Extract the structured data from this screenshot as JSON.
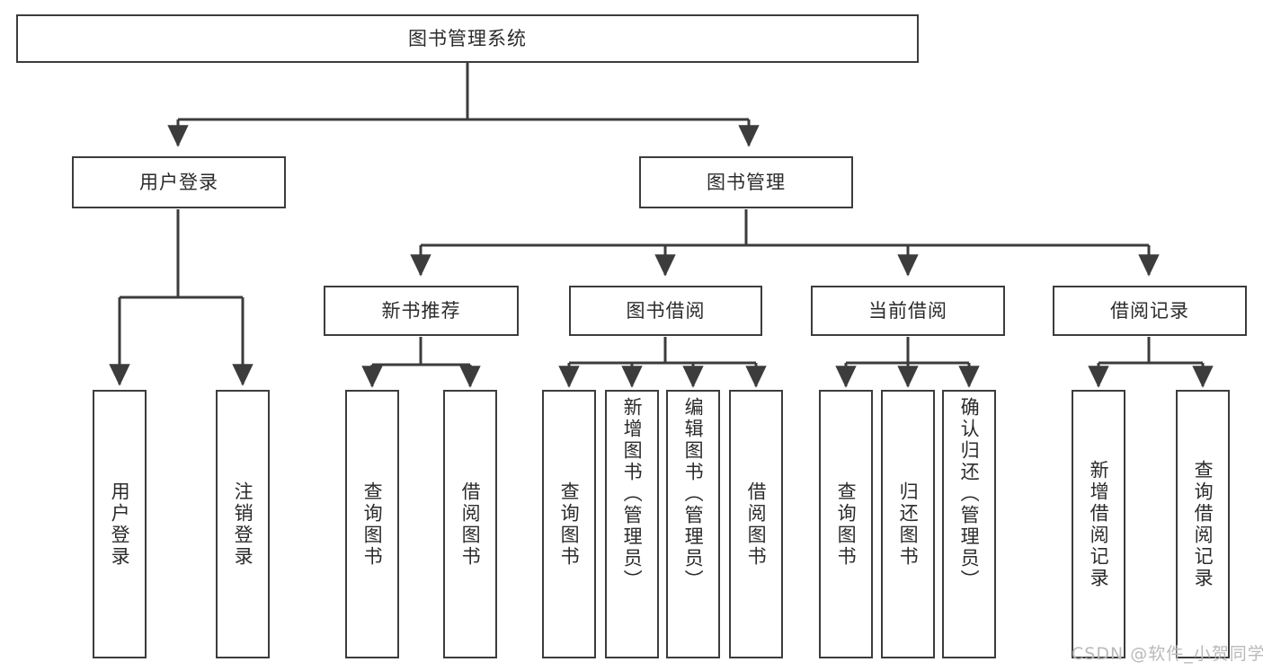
{
  "diagram": {
    "type": "tree-hierarchy",
    "title": "图书管理系统",
    "nodes": {
      "root": {
        "label": "图书管理系统"
      },
      "level2": [
        {
          "id": "user-login",
          "label": "用户登录"
        },
        {
          "id": "book-manage",
          "label": "图书管理"
        }
      ],
      "level3": [
        {
          "id": "new-book-recommend",
          "label": "新书推荐"
        },
        {
          "id": "book-borrow",
          "label": "图书借阅"
        },
        {
          "id": "current-borrow",
          "label": "当前借阅"
        },
        {
          "id": "borrow-record",
          "label": "借阅记录"
        }
      ],
      "leaves": [
        {
          "id": "leaf-user-login",
          "label": "用户登录",
          "parent": "user-login"
        },
        {
          "id": "leaf-user-logout",
          "label": "注销登录",
          "parent": "user-login"
        },
        {
          "id": "leaf-query-book-1",
          "label": "查询图书",
          "parent": "new-book-recommend"
        },
        {
          "id": "leaf-borrow-book-1",
          "label": "借阅图书",
          "parent": "new-book-recommend"
        },
        {
          "id": "leaf-query-book-2",
          "label": "查询图书",
          "parent": "book-borrow"
        },
        {
          "id": "leaf-add-book",
          "label": "新增图书（管理员）",
          "parent": "book-borrow"
        },
        {
          "id": "leaf-edit-book",
          "label": "编辑图书（管理员）",
          "parent": "book-borrow"
        },
        {
          "id": "leaf-borrow-book-2",
          "label": "借阅图书",
          "parent": "book-borrow"
        },
        {
          "id": "leaf-query-book-3",
          "label": "查询图书",
          "parent": "current-borrow"
        },
        {
          "id": "leaf-return-book",
          "label": "归还图书",
          "parent": "current-borrow"
        },
        {
          "id": "leaf-confirm-return",
          "label": "确认归还（管理员）",
          "parent": "current-borrow"
        },
        {
          "id": "leaf-add-record",
          "label": "新增借阅记录",
          "parent": "borrow-record"
        },
        {
          "id": "leaf-query-record",
          "label": "查询借阅记录",
          "parent": "borrow-record"
        }
      ]
    },
    "colors": {
      "border": "#3c3c3c",
      "text": "#2b2b2b",
      "background": "#ffffff",
      "watermark": "#b9b9b9"
    }
  },
  "watermark": {
    "text": "CSDN @软件_小贺同学"
  }
}
